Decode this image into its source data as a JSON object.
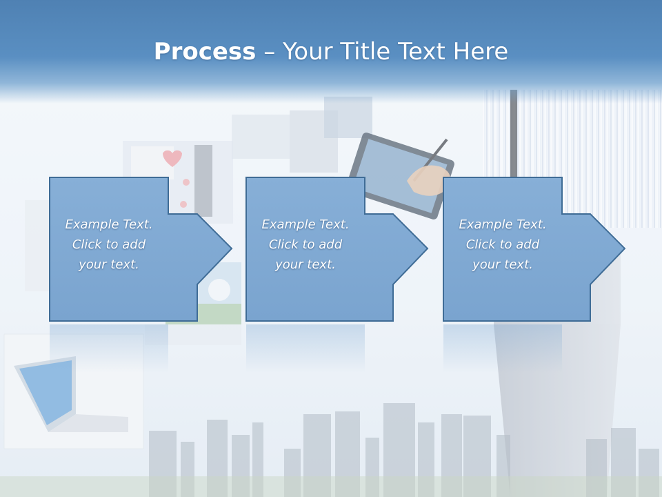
{
  "title": {
    "strong": "Process",
    "separator": " – ",
    "rest": "Your Title Text Here"
  },
  "steps": [
    {
      "line1": "Example Text.",
      "line2": "Click  to add",
      "line3": "your text."
    },
    {
      "line1": "Example Text.",
      "line2": "Click  to add",
      "line3": "your text."
    },
    {
      "line1": "Example Text.",
      "line2": "Click  to add",
      "line3": "your text."
    }
  ],
  "colors": {
    "header": "#5a8fc2",
    "box_fill": "#7fa9d3",
    "box_border": "#3f6c96",
    "text": "#ffffff"
  }
}
